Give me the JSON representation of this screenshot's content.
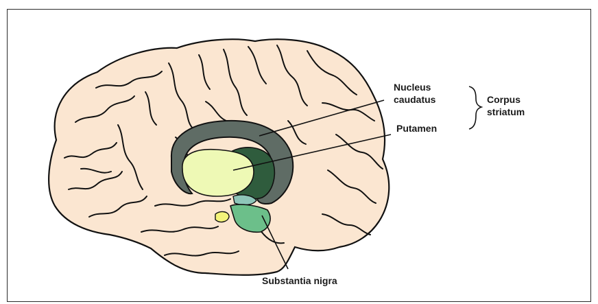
{
  "labels": {
    "nucleus_line1": "Nucleus",
    "nucleus_line2": "caudatus",
    "putamen": "Putamen",
    "corpus_line1": "Corpus",
    "corpus_line2": "striatum",
    "substantia_nigra": "Substantia nigra"
  },
  "colors": {
    "brain": "#fbe6d1",
    "outline": "#111111",
    "caudate": "#5f6c65",
    "putamen": "#eef9b5",
    "putamen_shadow": "#2f5c3d",
    "substantia_nigra": "#6cbf8a",
    "small_structure": "#f4f47a",
    "frame": "#2a2a2a"
  }
}
